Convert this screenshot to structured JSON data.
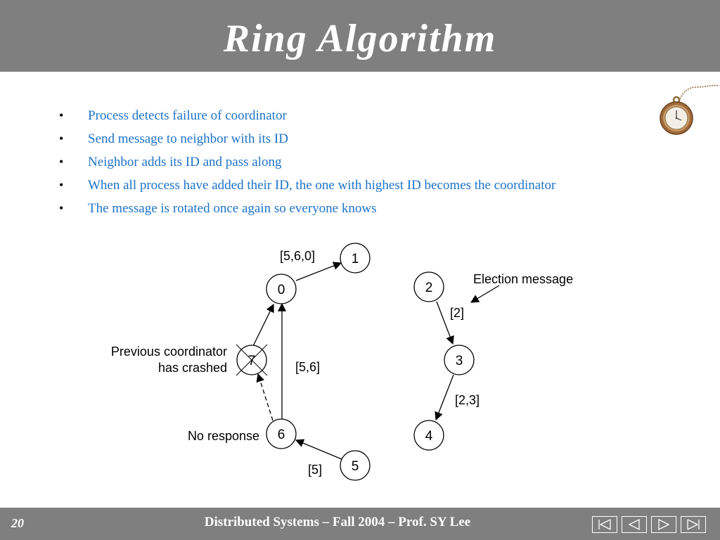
{
  "slide": {
    "title": "Ring Algorithm",
    "bullets": [
      "Process detects failure of coordinator",
      "Send message to neighbor with its ID",
      "Neighbor adds its ID and pass along",
      "When all process have added their ID, the one with highest ID becomes the coordinator",
      "The message is rotated once again so everyone knows"
    ],
    "bullet_symbol": "•"
  },
  "diagram": {
    "nodes": [
      "0",
      "1",
      "2",
      "3",
      "4",
      "5",
      "6",
      "7"
    ],
    "edge_labels": {
      "e01": "[5,6,0]",
      "e60": "[5,6]",
      "e56": "[5]",
      "e23": "[2]",
      "e34": "[2,3]"
    },
    "annotations": {
      "crashed_line1": "Previous coordinator",
      "crashed_line2": "has crashed",
      "no_response": "No response",
      "election_message": "Election message"
    }
  },
  "footer": {
    "page_number": "20",
    "text": "Distributed Systems – Fall 2004 – Prof. SY Lee"
  },
  "colors": {
    "bar": "#7f7f7f",
    "bullet_text": "#1e73c8"
  }
}
